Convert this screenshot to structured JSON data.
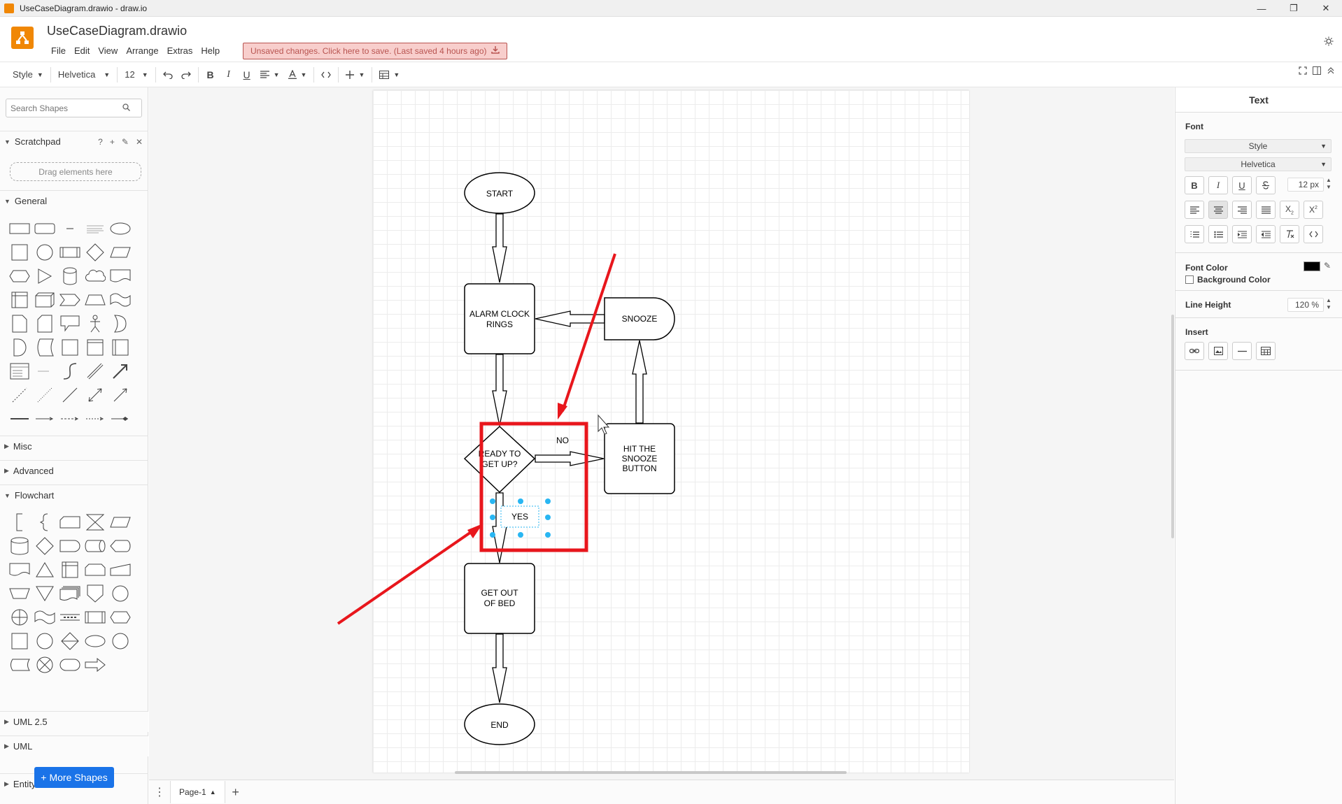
{
  "window": {
    "title": "UseCaseDiagram.drawio - draw.io",
    "minimize": "—",
    "maximize": "❐",
    "close": "✕"
  },
  "header": {
    "doc_title": "UseCaseDiagram.drawio",
    "menus": [
      "File",
      "Edit",
      "View",
      "Arrange",
      "Extras",
      "Help"
    ],
    "unsaved_notice": "Unsaved changes. Click here to save. (Last saved 4 hours ago)"
  },
  "toolbar": {
    "style": "Style",
    "font": "Helvetica",
    "size": "12",
    "bold": "B",
    "italic": "I",
    "underline": "U"
  },
  "sidebar": {
    "search_placeholder": "Search Shapes",
    "scratchpad": "Scratchpad",
    "dropzone": "Drag elements here",
    "general": "General",
    "misc": "Misc",
    "advanced": "Advanced",
    "flowchart": "Flowchart",
    "entity_relation": "Entity Relation",
    "uml25": "UML 2.5",
    "uml": "UML",
    "more_shapes": "More Shapes"
  },
  "diagram": {
    "start": "START",
    "alarm_line1": "ALARM CLOCK",
    "alarm_line2": "RINGS",
    "snooze": "SNOOZE",
    "ready_line1": "READY TO",
    "ready_line2": "GET UP?",
    "hit_line1": "HIT THE",
    "hit_line2": "SNOOZE",
    "hit_line3": "BUTTON",
    "no_label": "NO",
    "yes_label": "YES",
    "out_line1": "GET OUT",
    "out_line2": "OF BED",
    "end": "END"
  },
  "colors": {
    "annotation": "#e8161c",
    "selection": "#29b6f2",
    "accent": "#f08705",
    "primary_button": "#1a73e8"
  },
  "right_panel": {
    "title": "Text",
    "font_label": "Font",
    "style_select": "Style",
    "font_select": "Helvetica",
    "font_size": "12 px",
    "font_color_label": "Font Color",
    "bg_color_label": "Background Color",
    "line_height_label": "Line Height",
    "line_height": "120 %",
    "insert_label": "Insert"
  },
  "bottom": {
    "page_tab": "Page-1"
  }
}
